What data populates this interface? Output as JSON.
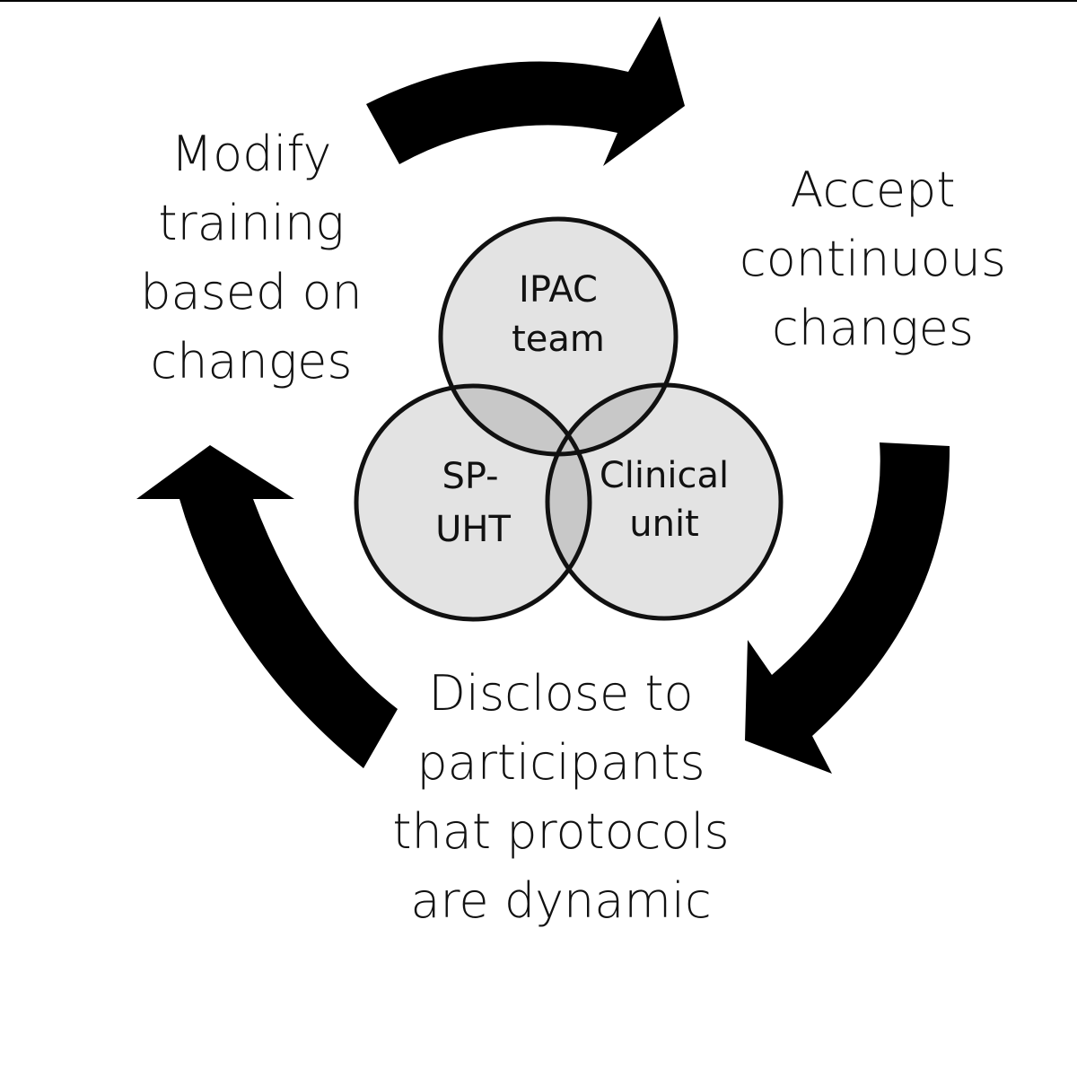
{
  "steps": {
    "modify": [
      "Modify",
      "training",
      "based on",
      "changes"
    ],
    "accept": [
      "Accept",
      "continuous",
      "changes"
    ],
    "disclose": [
      "Disclose to",
      "participants",
      "that protocols",
      "are dynamic"
    ]
  },
  "venn": {
    "top": [
      "IPAC",
      "team"
    ],
    "left": [
      "SP-",
      "UHT"
    ],
    "right": [
      "Clinical",
      "unit"
    ]
  },
  "colors": {
    "arrow": "#000000",
    "circle_fill": "#e3e3e3",
    "overlap_fill": "#c8c8c8",
    "circle_stroke": "#111111",
    "text": "#111111"
  },
  "icons": [
    "arrow-top-icon",
    "arrow-right-icon",
    "arrow-left-icon"
  ]
}
